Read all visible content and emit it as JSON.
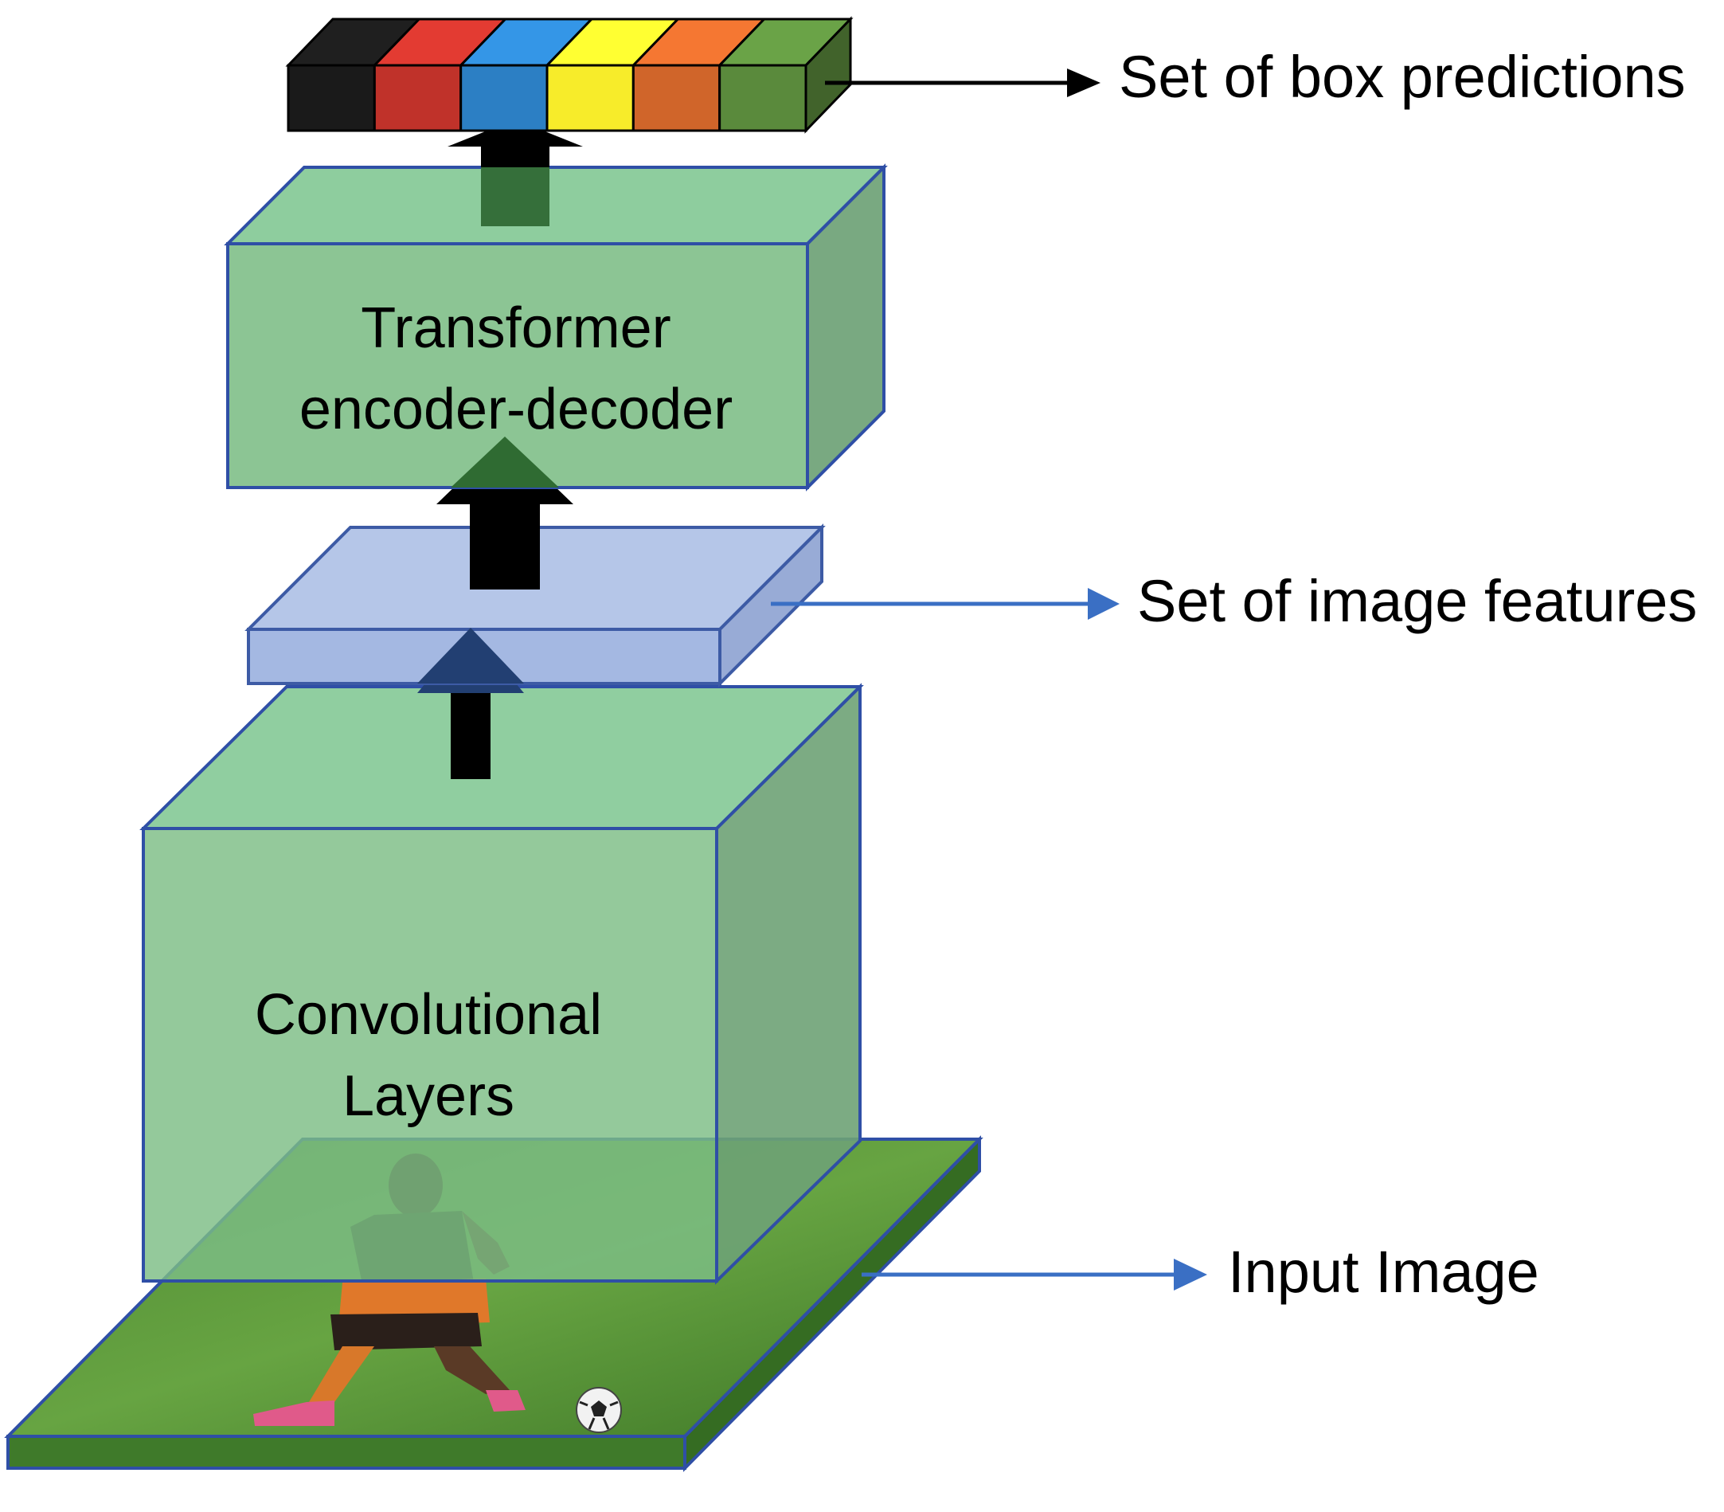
{
  "labels": {
    "box_predictions": "Set of box predictions",
    "image_features": "Set of image features",
    "input_image": "Input Image",
    "transformer_line1": "Transformer",
    "transformer_line2": "encoder-decoder",
    "conv_line1": "Convolutional",
    "conv_line2": "Layers"
  },
  "prediction_colors": [
    "#1a1a1a",
    "#c0322a",
    "#2c7fc4",
    "#f7ec2a",
    "#d0652a",
    "#5a8a3c"
  ],
  "colors": {
    "block_front": "#7cbd85",
    "block_top": "#84c996",
    "block_side": "#6ea276",
    "block_edge": "#2f4fa6",
    "feature_top": "#b5c6e8",
    "feature_front": "#a4b8e2",
    "feature_side": "#98abd6",
    "feature_edge": "#3d5ba5",
    "pointer_blue": "#3a6fc4",
    "pointer_black": "#000000",
    "arrow_black": "#000000",
    "arrow_dark_green": "#2f6b32",
    "arrow_navy": "#223f72",
    "grass_top": "#5f9a3c",
    "grass_front": "#3f7a2a"
  },
  "icons": {
    "arrow_up": "arrow-up-icon",
    "arrow_right": "arrow-right-icon"
  }
}
